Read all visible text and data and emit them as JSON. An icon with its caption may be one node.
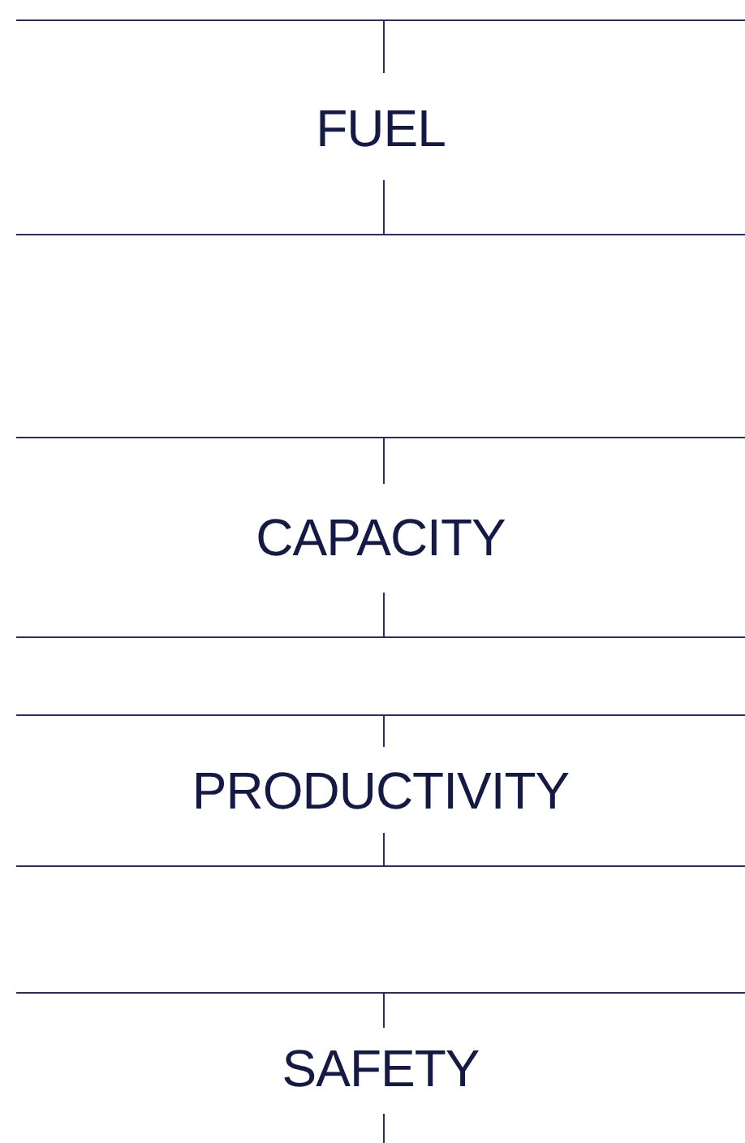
{
  "diagram": {
    "nodes": [
      {
        "text": [
          "FUEL"
        ]
      },
      {
        "text": [
          "CAPACITY"
        ]
      },
      {
        "text": [
          "PRODUCTIVITY"
        ]
      },
      {
        "text": [
          "SAFETY"
        ]
      }
    ]
  }
}
